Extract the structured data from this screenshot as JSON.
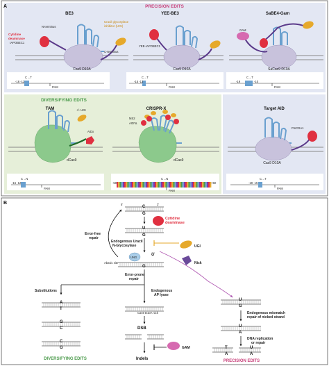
{
  "panel_a": {
    "letter": "A",
    "precision_header": "PRECISION EDITS",
    "diversifying_header": "DIVERSIFYING EDITS",
    "be3": {
      "title": "BE3",
      "n_terminus": "N-terminus",
      "deaminase_1": "Cytidine",
      "deaminase_2": "deaminase",
      "deaminase_3": "rAPOBEC1",
      "ugi_1": "Uracil glycosylase",
      "ugi_2": "inhibitor (UGI)",
      "c_terminus": "C-terminus",
      "cas": "Cas9 D10A",
      "ct": "C→T",
      "window": "-16 -12",
      "pam": "PAM"
    },
    "yee": {
      "title": "YEE-BE3",
      "deaminase": "YEE-rAPOBEC1",
      "cas": "Cas9 D10A",
      "ct": "C→T",
      "window": "-15 -13",
      "pam": "PAM"
    },
    "sabe": {
      "title": "SaBE4-Gam",
      "gam": "GAM",
      "cas": "SaCas9 D10A",
      "ct": "C→T",
      "window": "-19",
      "window2": "-10",
      "pam": "PAM"
    },
    "tam": {
      "title": "TAM",
      "ugi": "+/- UGI",
      "aid": "AIDx",
      "cas": "dCas9",
      "cn": "C→N",
      "window": "-16 -12",
      "pam": "PAM"
    },
    "crispr_x": {
      "title": "CRISPR-X",
      "ms2": "MS2",
      "aid": "AID*Δ",
      "cas": "dCas9",
      "cn": "C→N",
      "left": "-50",
      "right": "+50",
      "pam": "PAM"
    },
    "target_aid": {
      "title": "Target AID",
      "pmcda": "PmCDA1",
      "cas": "Cas9 D10A",
      "ct": "C→T",
      "window": "-19 -15",
      "pam": "PAM"
    }
  },
  "panel_b": {
    "letter": "B",
    "five_prime": "5'",
    "three_prime": "3'",
    "deaminase_1": "Cytidine",
    "deaminase_2": "deaminase",
    "error_free_1": "Error-free",
    "error_free_2": "repair",
    "endogenous_1": "Endogenous Uracil",
    "endogenous_2": "N-Glycosylase",
    "ung": "UNG",
    "abasic": "Abasic site",
    "ugi": "UGI",
    "nick": "Nick",
    "error_prone_1": "Error-prone",
    "error_prone_2": "repair",
    "substitutions": "Substitutions",
    "ap_1": "Endogenous",
    "ap_2": "AP lyase",
    "cas_nick": "Cas9 D10A nick",
    "dsb": "DSB",
    "gam": "GAM",
    "indels": "Indels",
    "mismatch_1": "Endogenous mismatch",
    "mismatch_2": "repair of nicked strand",
    "dna_1": "DNA replication",
    "dna_2": "or repair",
    "diversifying": "DIVERSIFYING EDITS",
    "precision": "PRECISION EDITS",
    "base_c": "C",
    "base_g": "G",
    "base_u": "U",
    "base_a": "A",
    "base_t": "T"
  },
  "colors": {
    "precision_bg": "#e3e7f3",
    "diversifying_bg": "#e6efd9",
    "precision_header": "#c8407a",
    "diversifying_header": "#4a9a4a",
    "cas9_purple": "#c8c2dc",
    "dcas9_green": "#8cc98c",
    "deaminase_red": "#e03040",
    "ugi_yellow": "#e6a92b",
    "gam_pink": "#d66ab0",
    "guide_blue": "#6aa0cf",
    "linker_purple": "#5b3a8a",
    "arrow_pink": "#b25db4"
  }
}
